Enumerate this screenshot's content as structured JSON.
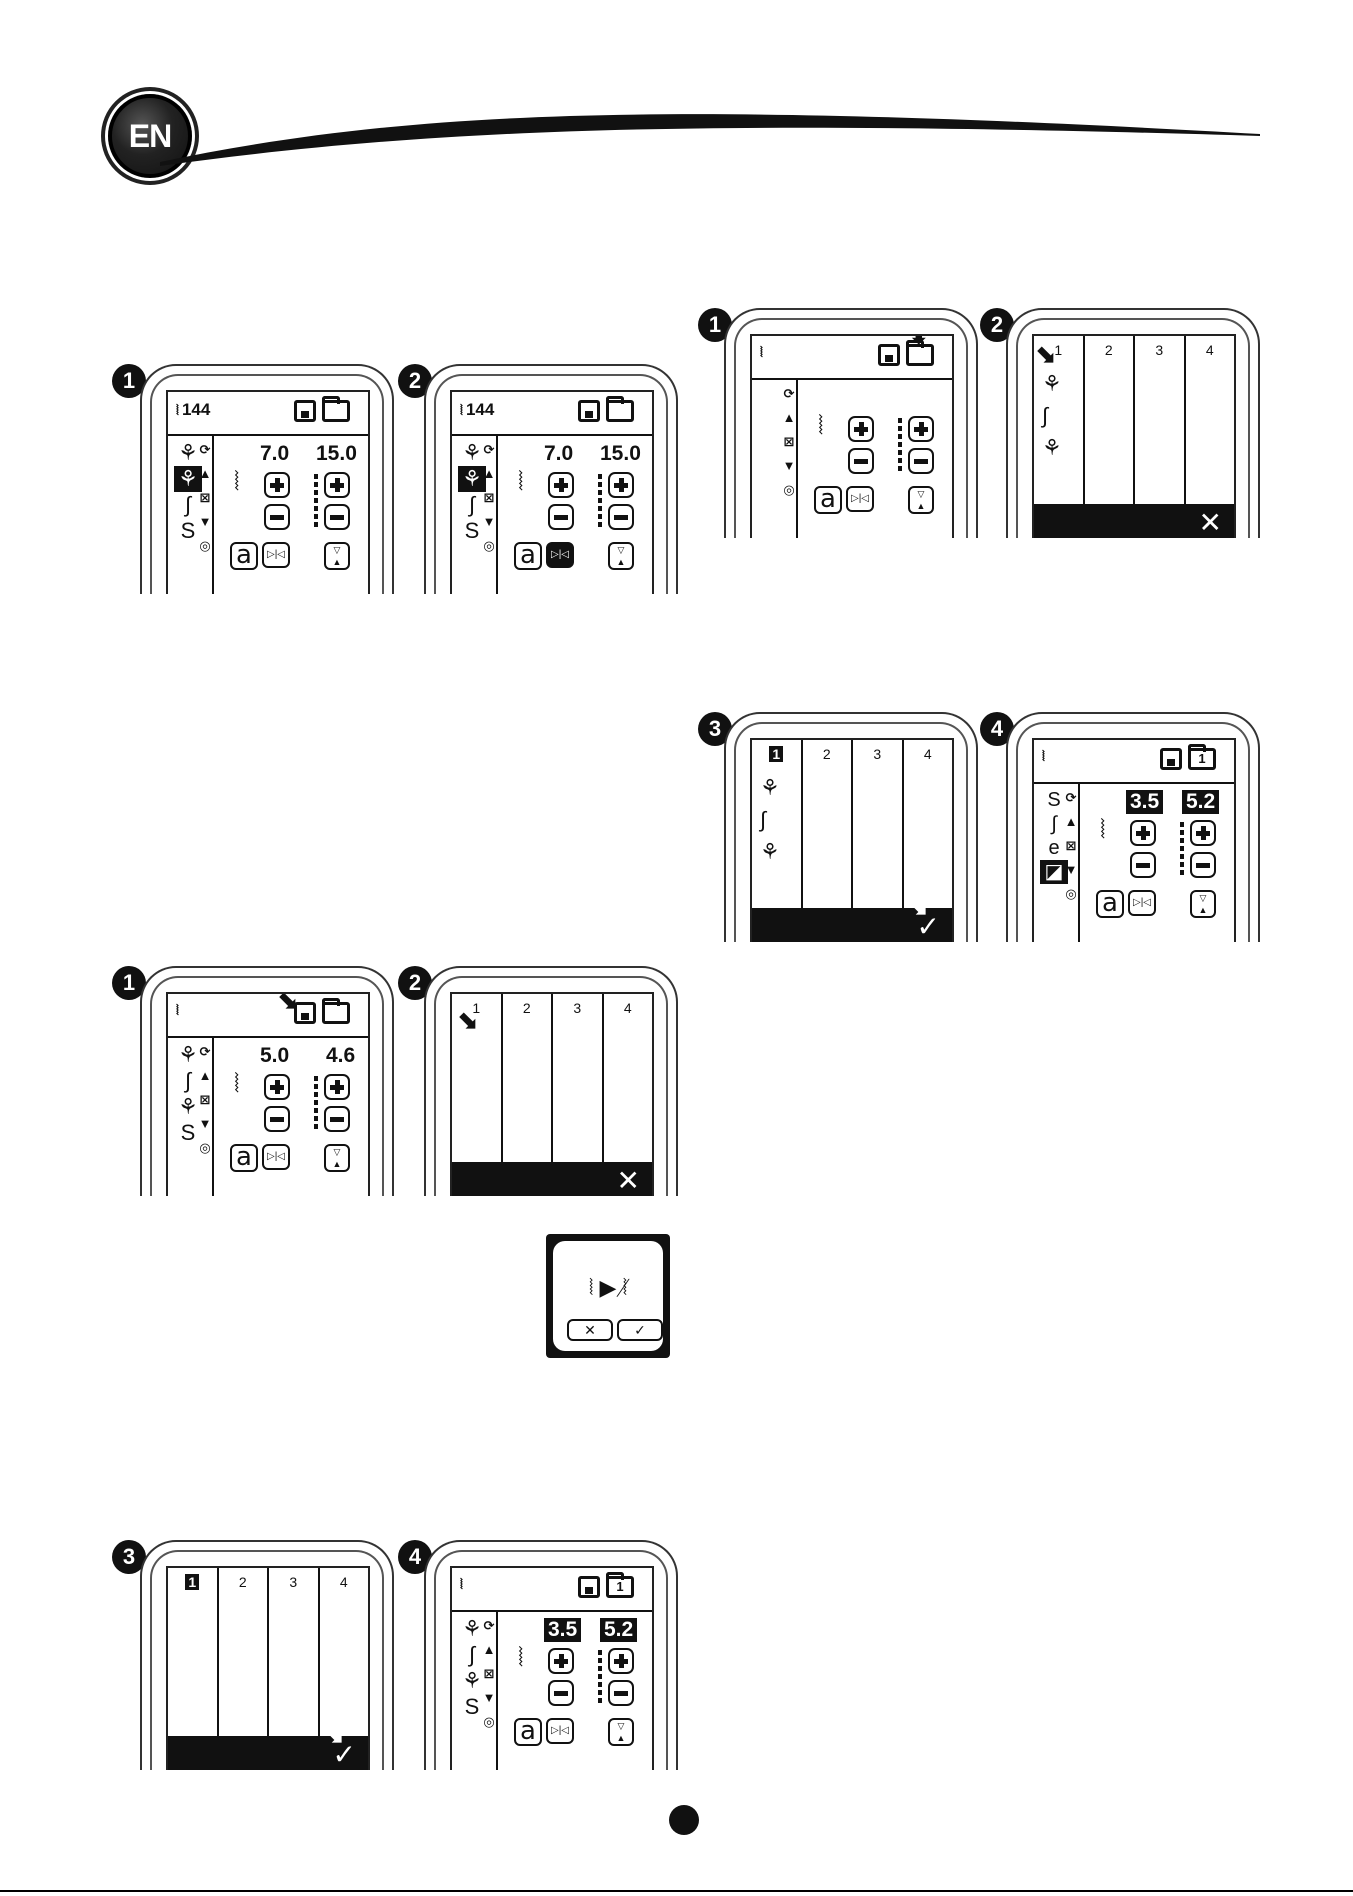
{
  "header": {
    "badge": "EN"
  },
  "step_labels": [
    "1",
    "2",
    "3",
    "4"
  ],
  "settings": {
    "code": "144",
    "width_a": "7.0",
    "length_a": "15.0",
    "width_b": "5.0",
    "length_b": "4.6",
    "width_c": "3.5",
    "length_c": "5.2",
    "folder_slot": "1"
  },
  "memory": {
    "columns": [
      "1",
      "2",
      "3",
      "4"
    ],
    "cancel_symbol": "✕",
    "confirm_symbol": "✓"
  },
  "popup": {
    "message": "⦚ ▶ ⦚̸",
    "cancel": "✕",
    "confirm": "✓"
  },
  "icons": {
    "save": "save-icon",
    "folder": "folder-icon",
    "plus": "plus-icon",
    "minus": "minus-icon",
    "mirror": "mirror-icon",
    "alphabet": "alphabet-icon"
  }
}
